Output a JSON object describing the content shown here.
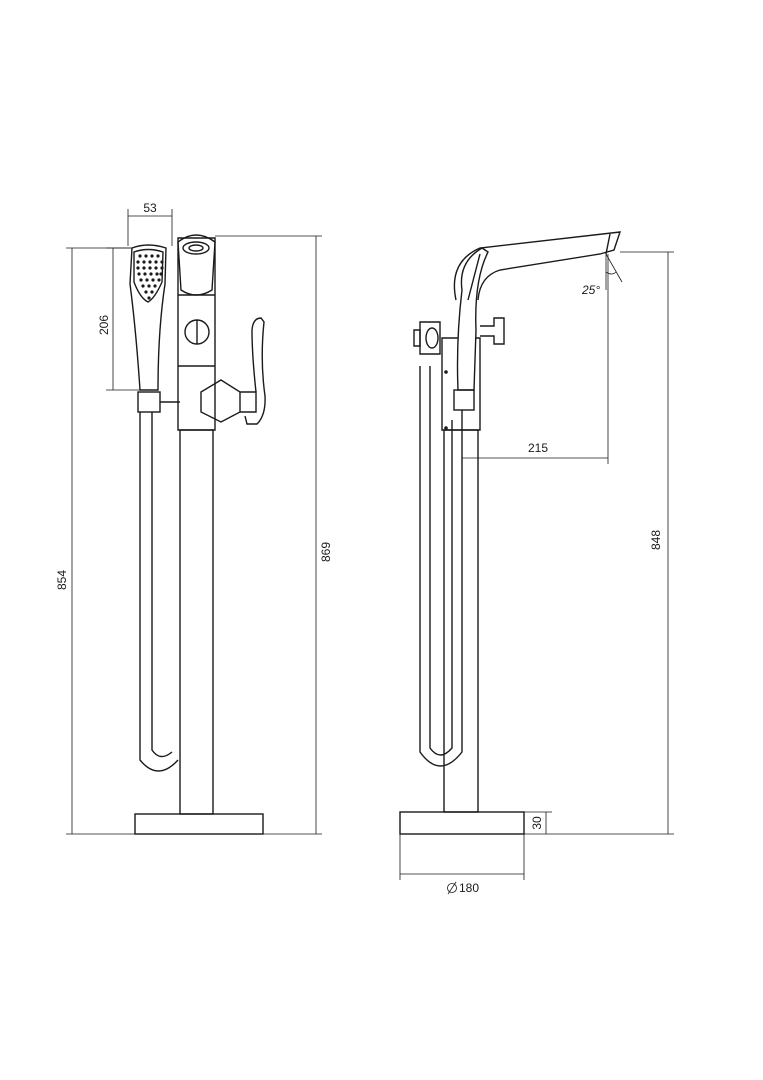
{
  "dimensions": {
    "handshower_width": "53",
    "handshower_height": "206",
    "total_height_left": "854",
    "total_height_right": "869",
    "side_total_height": "848",
    "spout_reach": "215",
    "spout_angle": "25°",
    "base_height": "30",
    "base_diameter": "180"
  }
}
